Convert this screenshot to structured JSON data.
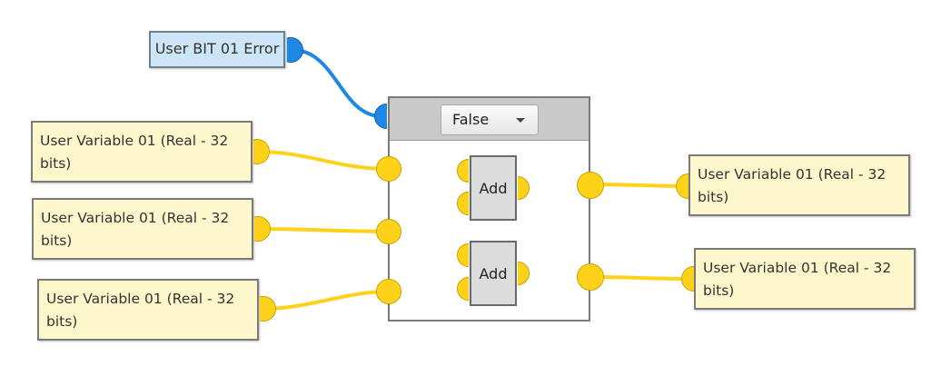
{
  "colors": {
    "data_wire": "#ffd21a",
    "bool_wire": "#1e88e5",
    "variable_node_bg": "#fff7cc",
    "bit_node_bg": "#cde6f7",
    "operator_bg": "#dcdcdc"
  },
  "bit_input": {
    "label": "User BIT 01 Error"
  },
  "inputs": [
    {
      "label": "User Variable 01 (Real - 32 bits)"
    },
    {
      "label": "User Variable 01 (Real - 32 bits)"
    },
    {
      "label": "User Variable 01 (Real - 32 bits)"
    }
  ],
  "condition_block": {
    "selected_value": "False"
  },
  "operators": [
    {
      "label": "Add"
    },
    {
      "label": "Add"
    }
  ],
  "outputs": [
    {
      "label": "User Variable 01 (Real - 32 bits)"
    },
    {
      "label": "User Variable 01 (Real - 32 bits)"
    }
  ]
}
